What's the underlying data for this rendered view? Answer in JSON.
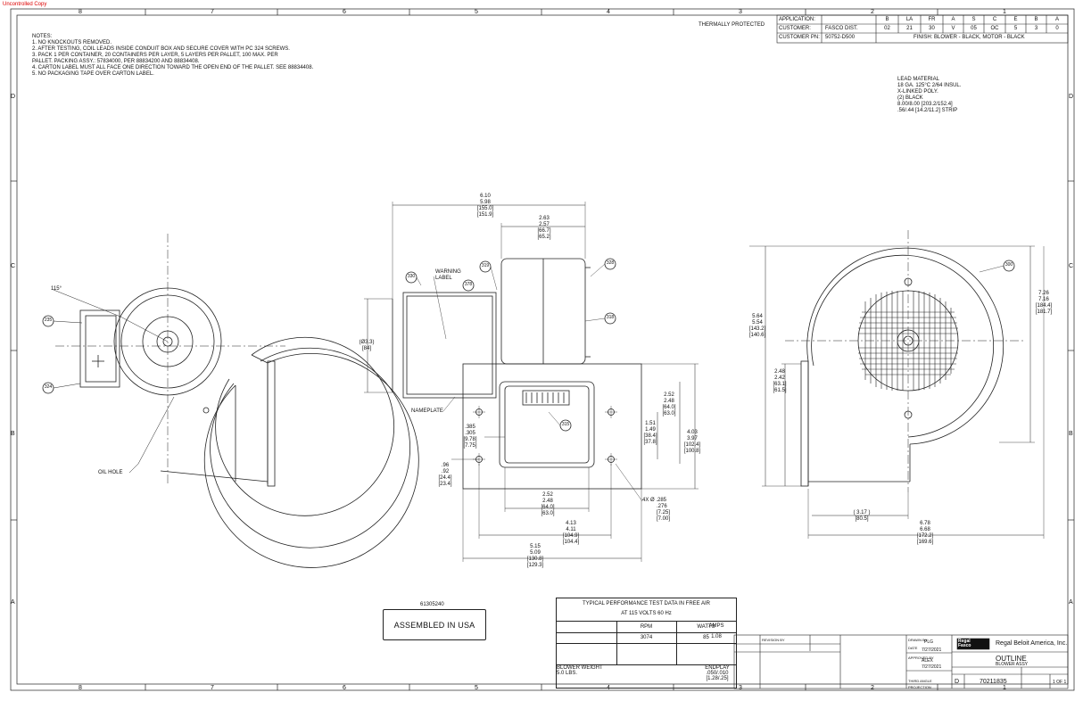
{
  "watermark": "Uncontrolled Copy",
  "border_columns": [
    "8",
    "7",
    "6",
    "5",
    "4",
    "3",
    "2",
    "1"
  ],
  "border_rows": [
    "D",
    "C",
    "B",
    "A"
  ],
  "notes": {
    "title": "NOTES:",
    "items": [
      "1.    NO KNOCKOUTS REMOVED.",
      "2.    AFTER TESTING, COIL LEADS INSIDE CONDUIT BOX AND SECURE COVER WITH PC 324 SCREWS.",
      "3.    PACK 1 PER CONTAINER, 20 CONTAINERS PER LAYER, 5 LAYERS PER PALLET, 100 MAX. PER",
      "       PALLET. PACKING ASSY.: 57834000, PER 88834200 AND 88834408.",
      "4.    CARTON LABEL MUST ALL FACE ONE DIRECTION TOWARD THE OPEN END OF THE PALLET. SEE 88834408.",
      "5.    NO PACKAGING TAPE OVER CARTON LABEL."
    ]
  },
  "thermally_protected": "THERMALLY PROTECTED",
  "app_table": {
    "application_label": "APPLICATION:",
    "customer_label": "CUSTOMER:",
    "customer_value": "FASCO DIST.",
    "customer_pn_label": "CUSTOMER PN:",
    "customer_pn_value": "50752-D500",
    "codes_row1": [
      "B",
      "LA",
      "FR",
      "A",
      "S",
      "C",
      "E",
      "B",
      "A"
    ],
    "codes_row2": [
      "02",
      "21",
      "30",
      "V",
      "05",
      "OC",
      "5",
      "3",
      "0"
    ],
    "finish": "FINISH: BLOWER - BLACK,   MOTOR - BLACK"
  },
  "lead_material": [
    "LEAD MATERIAL",
    "18 GA. 125°C 2/64 INSUL.",
    "X-LINKED POLY.",
    "(2) BLACK",
    "8.00/8.00 [203.2/152.4]",
    ".56/.44 [14.2/11.2] STRIP"
  ],
  "dimensions": {
    "top_width": [
      "6.10",
      "5.98",
      "[155.0]",
      "[151.9]"
    ],
    "wheel_width": [
      "2.63",
      "2.57",
      "[66.7]",
      "[65.2]"
    ],
    "inlet_dia": [
      "(Ø3.3)",
      "[84]"
    ],
    "angle": "115°",
    "height_left": [
      "5.64",
      "5.54",
      "[143.2]",
      "[140.6]"
    ],
    "half_height": [
      "2.48",
      "2.42",
      "[63.1]",
      "[61.5]"
    ],
    "right_height": [
      "7.26",
      "7.16",
      "[184.4]",
      "[181.7]"
    ],
    "outlet_h": [
      "2.52",
      "2.48",
      "[64.0]",
      "[63.0]"
    ],
    "outlet_h2": [
      "1.51",
      "1.49",
      "[38.4]",
      "[37.8]"
    ],
    "outlet_total": [
      "4.03",
      "3.97",
      "[102.4]",
      "[100.8]"
    ],
    "flange_off": [
      ".385",
      ".305",
      "[9.78]",
      "[7.75]"
    ],
    "flange_off2": [
      ".96",
      ".92",
      "[24.4]",
      "[23.4]"
    ],
    "outlet_w": [
      "2.52",
      "2.48",
      "[64.0]",
      "[63.0]"
    ],
    "hole_spacing": [
      "4.13",
      "4.11",
      "[104.9]",
      "[104.4]"
    ],
    "flange_w": [
      "5.15",
      "5.09",
      "[130.8]",
      "[129.3]"
    ],
    "holes": [
      "4X Ø .285",
      ".276",
      "[7.25]",
      "[7.00]"
    ],
    "right_small": [
      "( 3.17 )",
      "[80.5]"
    ],
    "right_w": [
      "6.78",
      "6.68",
      "[172.2]",
      "[169.6]"
    ]
  },
  "callouts": [
    "235",
    "324",
    "330",
    "378",
    "319",
    "328",
    "318",
    "315",
    "300"
  ],
  "labels": {
    "warning_label": [
      "WARNING",
      "LABEL"
    ],
    "nameplate": "NAMEPLATE",
    "oil_hole": "OIL HOLE"
  },
  "part_ref": "61305240",
  "assembled": "ASSEMBLED IN USA",
  "performance": {
    "title": "TYPICAL PERFORMANCE TEST DATA IN FREE AIR",
    "subtitle": "AT 115 VOLTS 60 Hz",
    "headers": [
      "RPM",
      "WATTS",
      "AMPS"
    ],
    "values": [
      "3074",
      "85",
      "1.08"
    ],
    "weight_label": [
      "BLOWER WEIGHT",
      "5.0    LBS."
    ],
    "endplay": [
      "ENDPLAY",
      ".050/.010",
      "[1.28/.25]"
    ]
  },
  "title_block": {
    "company": "Regal Beloit America, Inc.",
    "logo": [
      "Regal",
      "Fasco"
    ],
    "title": "OUTLINE",
    "subtitle": "BLOWER ASSY",
    "drawing_number": "70211835",
    "size": "D",
    "sheet": "1 OF 1",
    "drawn_by": "PLG",
    "date": "7/27/2021",
    "checked": "ALEX",
    "drawn_by_label": "DRAWN BY",
    "date_label": "DATE",
    "approved_label": "APPROVED BY",
    "revision_label": "REVISION BY",
    "finish_note": "THIRD ANGLE PROJECTION"
  }
}
